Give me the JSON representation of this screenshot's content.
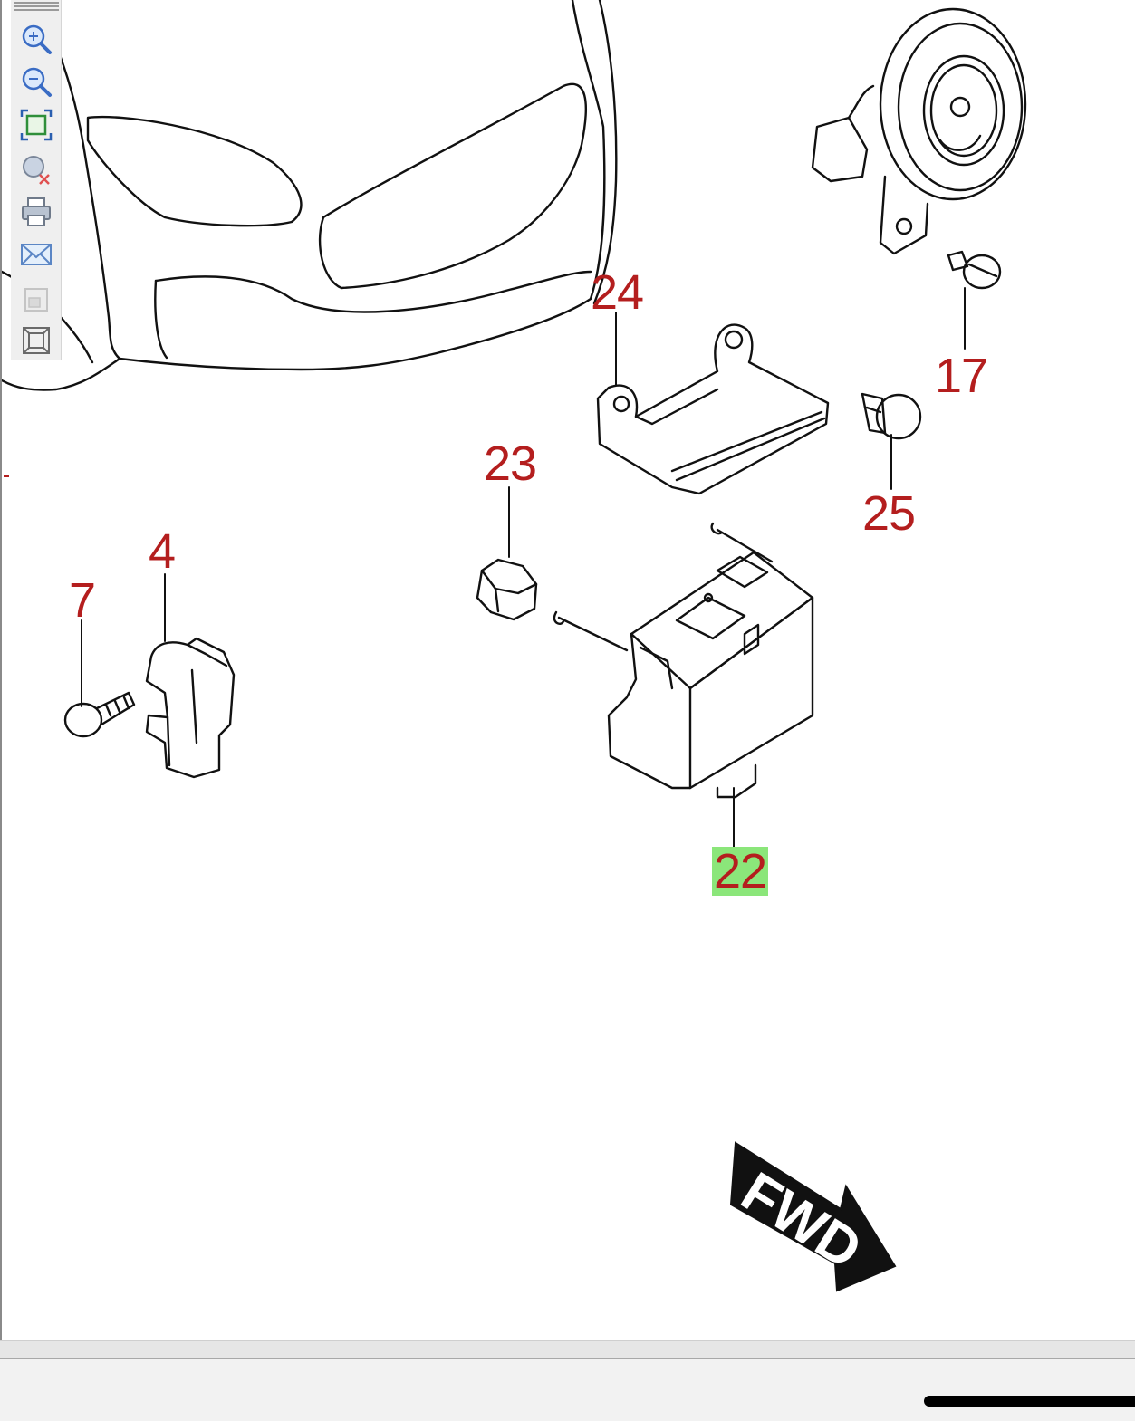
{
  "toolbar": {
    "tools": [
      {
        "icon": "zoom-in-icon"
      },
      {
        "icon": "zoom-out-icon"
      },
      {
        "icon": "fit-to-window-icon"
      },
      {
        "icon": "reset-zoom-icon"
      },
      {
        "icon": "print-icon"
      },
      {
        "icon": "email-icon"
      },
      {
        "icon": "copy-icon"
      },
      {
        "icon": "select-area-icon"
      }
    ]
  },
  "diagram": {
    "callouts": {
      "c24": "24",
      "c17": "17",
      "c23": "23",
      "c25": "25",
      "c4": "4",
      "c7": "7",
      "c22": "22"
    },
    "direction_label": "FWD",
    "colors": {
      "callout": "#b41e1e",
      "highlight": "#8be67a",
      "line": "#111111"
    }
  }
}
